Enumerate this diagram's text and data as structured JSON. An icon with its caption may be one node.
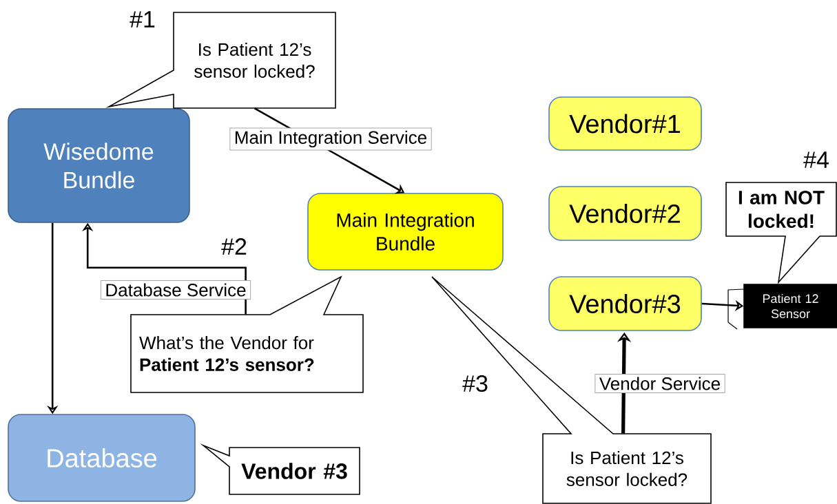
{
  "diagram": {
    "nodes": [
      {
        "text": [
          "Wisedome Bundle"
        ]
      },
      {
        "text": [
          "Database"
        ]
      },
      {
        "text": [
          "Main Integration Bundle"
        ]
      },
      {
        "text": [
          "Vendor#1"
        ]
      },
      {
        "text": [
          "Vendor#2"
        ]
      },
      {
        "text": [
          "Vendor#3"
        ]
      },
      {
        "text": [
          "Patient 12 Sensor"
        ]
      },
      {
        "text": [
          "Is Patient 12’s sensor locked?"
        ]
      },
      {
        "text": [
          "What’s the Vendor for **Patient 12’s sensor?**"
        ]
      },
      {
        "text": [
          "Vendor #3"
        ]
      },
      {
        "text": [
          "Is Patient 12’s sensor locked?"
        ]
      },
      {
        "text": [
          "I am NOT locked!"
        ]
      }
    ],
    "edges": [
      {
        "from": 7,
        "to": 2,
        "arrow": "to",
        "label": "Main Integration Service"
      },
      {
        "from": 0,
        "to": 1,
        "arrow": "to"
      },
      {
        "from": 8,
        "to": 0,
        "arrow": "to",
        "label": "Database Service"
      },
      {
        "from": 10,
        "to": 5,
        "arrow": "to",
        "label": "Vendor Service",
        "style": "thick"
      },
      {
        "from": 5,
        "to": 6,
        "arrow": "to"
      }
    ],
    "labels": [
      "#1",
      "#2",
      "#3",
      "#4"
    ]
  }
}
